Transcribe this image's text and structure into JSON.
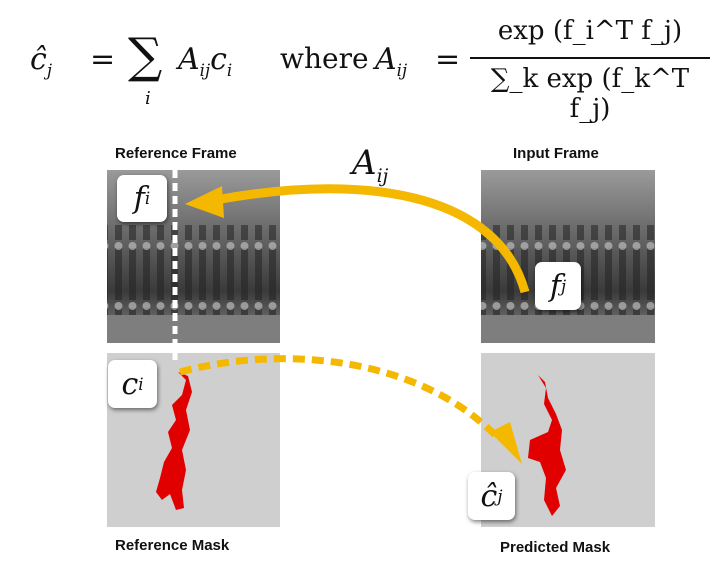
{
  "equation": {
    "lhs": "ĉ",
    "lhs_sub": "j",
    "equals": "=",
    "sum": "∑",
    "sum_index": "i",
    "term": "A",
    "term_sub": "ij",
    "term2": "c",
    "term2_sub": "i",
    "where": "where",
    "numerator": "exp (f_i^T f_j)",
    "denominator": "∑_k exp (f_k^T f_j)"
  },
  "captions": {
    "reference_frame": "Reference Frame",
    "input_frame": "Input Frame",
    "reference_mask": "Reference Mask",
    "predicted_mask": "Predicted Mask"
  },
  "labels": {
    "affinity": "A",
    "affinity_sub": "ij",
    "f_i": "f",
    "f_i_sub": "i",
    "f_j": "f",
    "f_j_sub": "j",
    "c_i": "c",
    "c_i_sub": "i",
    "c_hat_j": "ĉ",
    "c_hat_j_sub": "j"
  },
  "colors": {
    "arrow": "#f5b800",
    "mask": "#e00000",
    "mask_bg": "#cfcfcf"
  }
}
